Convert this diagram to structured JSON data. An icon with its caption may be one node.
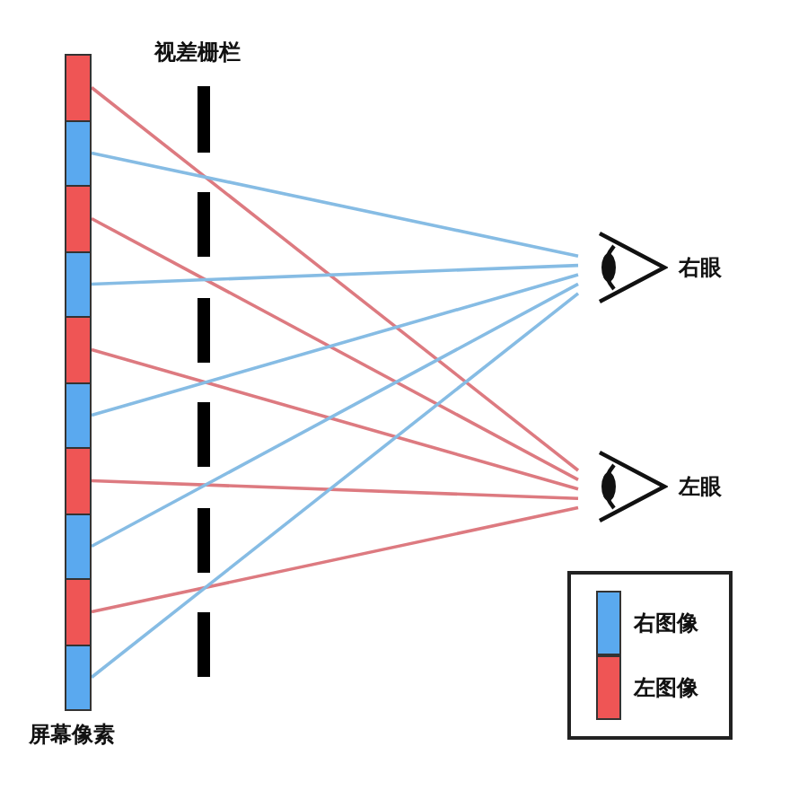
{
  "diagram": {
    "nodes": [
      {
        "text": [],
        "shape": "box"
      },
      {
        "text": [],
        "shape": "box"
      },
      {
        "text": [],
        "shape": "box"
      },
      {
        "text": [],
        "shape": "box"
      },
      {
        "text": [],
        "shape": "box"
      },
      {
        "text": [],
        "shape": "box"
      },
      {
        "text": [],
        "shape": "box"
      },
      {
        "text": [],
        "shape": "box"
      },
      {
        "text": [],
        "shape": "box"
      },
      {
        "text": [],
        "shape": "box"
      },
      {
        "text": [
          "右眼"
        ]
      },
      {
        "text": [
          "左眼"
        ]
      }
    ],
    "edges": [
      {
        "from": 0,
        "to": 11,
        "arrow": "none",
        "color": "#dd7a80"
      },
      {
        "from": 1,
        "to": 10,
        "arrow": "none",
        "color": "#86bce4"
      },
      {
        "from": 2,
        "to": 11,
        "arrow": "none",
        "color": "#dd7a80"
      },
      {
        "from": 3,
        "to": 10,
        "arrow": "none",
        "color": "#86bce4"
      },
      {
        "from": 4,
        "to": 11,
        "arrow": "none",
        "color": "#dd7a80"
      },
      {
        "from": 5,
        "to": 10,
        "arrow": "none",
        "color": "#86bce4"
      },
      {
        "from": 6,
        "to": 11,
        "arrow": "none",
        "color": "#dd7a80"
      },
      {
        "from": 7,
        "to": 10,
        "arrow": "none",
        "color": "#86bce4"
      },
      {
        "from": 8,
        "to": 11,
        "arrow": "none",
        "color": "#dd7a80"
      },
      {
        "from": 9,
        "to": 10,
        "arrow": "none",
        "color": "#86bce4"
      }
    ],
    "labels": [
      "视差栅栏",
      "屏幕像素"
    ],
    "legend": [
      {
        "text": "右图像",
        "color": "#5aa9ef"
      },
      {
        "text": "左图像",
        "color": "#ef5555"
      }
    ]
  }
}
